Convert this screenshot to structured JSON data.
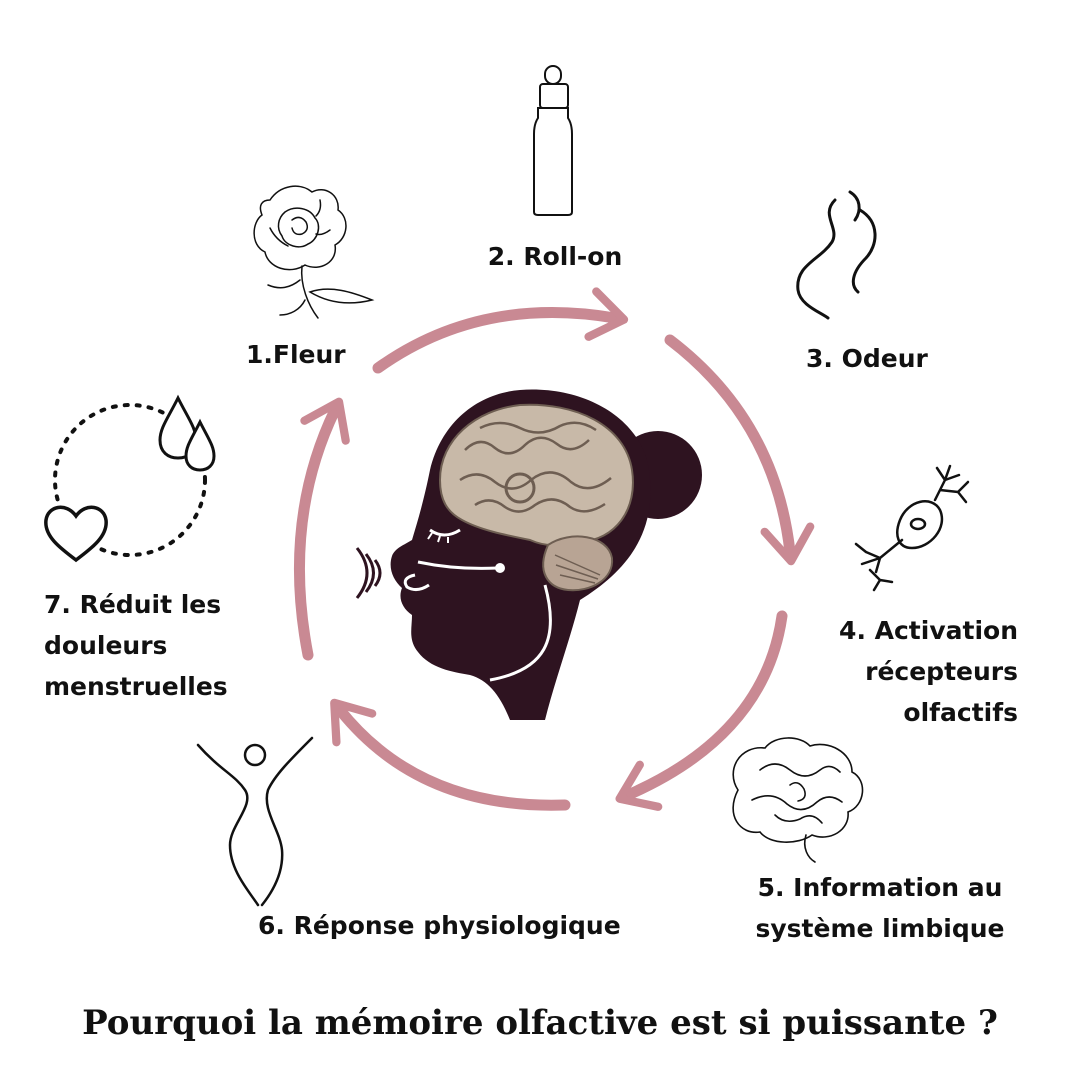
{
  "title": "Pourquoi la mémoire olfactive est si puissante ?",
  "steps": [
    {
      "lines": [
        "1.Fleur"
      ],
      "icon": "flower-icon"
    },
    {
      "lines": [
        "2. Roll-on"
      ],
      "icon": "roll-on-bottle-icon"
    },
    {
      "lines": [
        "3. Odeur"
      ],
      "icon": "scent-swirl-icon"
    },
    {
      "lines": [
        "4. Activation",
        "récepteurs",
        "olfactifs"
      ],
      "icon": "olfactory-neuron-icon"
    },
    {
      "lines": [
        "5. Information au",
        "système limbique"
      ],
      "icon": "brain-outline-icon"
    },
    {
      "lines": [
        "6. Réponse physiologique"
      ],
      "icon": "relaxed-body-icon"
    },
    {
      "lines": [
        "7. Réduit les",
        "douleurs",
        "menstruelles"
      ],
      "icon": "heart-drops-cycle-icon"
    }
  ],
  "colors": {
    "arrow": "#c98993",
    "head": "#2e1320",
    "brain": "#c8b9a8",
    "text": "#111111"
  },
  "center_icon": "head-profile-brain-icon"
}
